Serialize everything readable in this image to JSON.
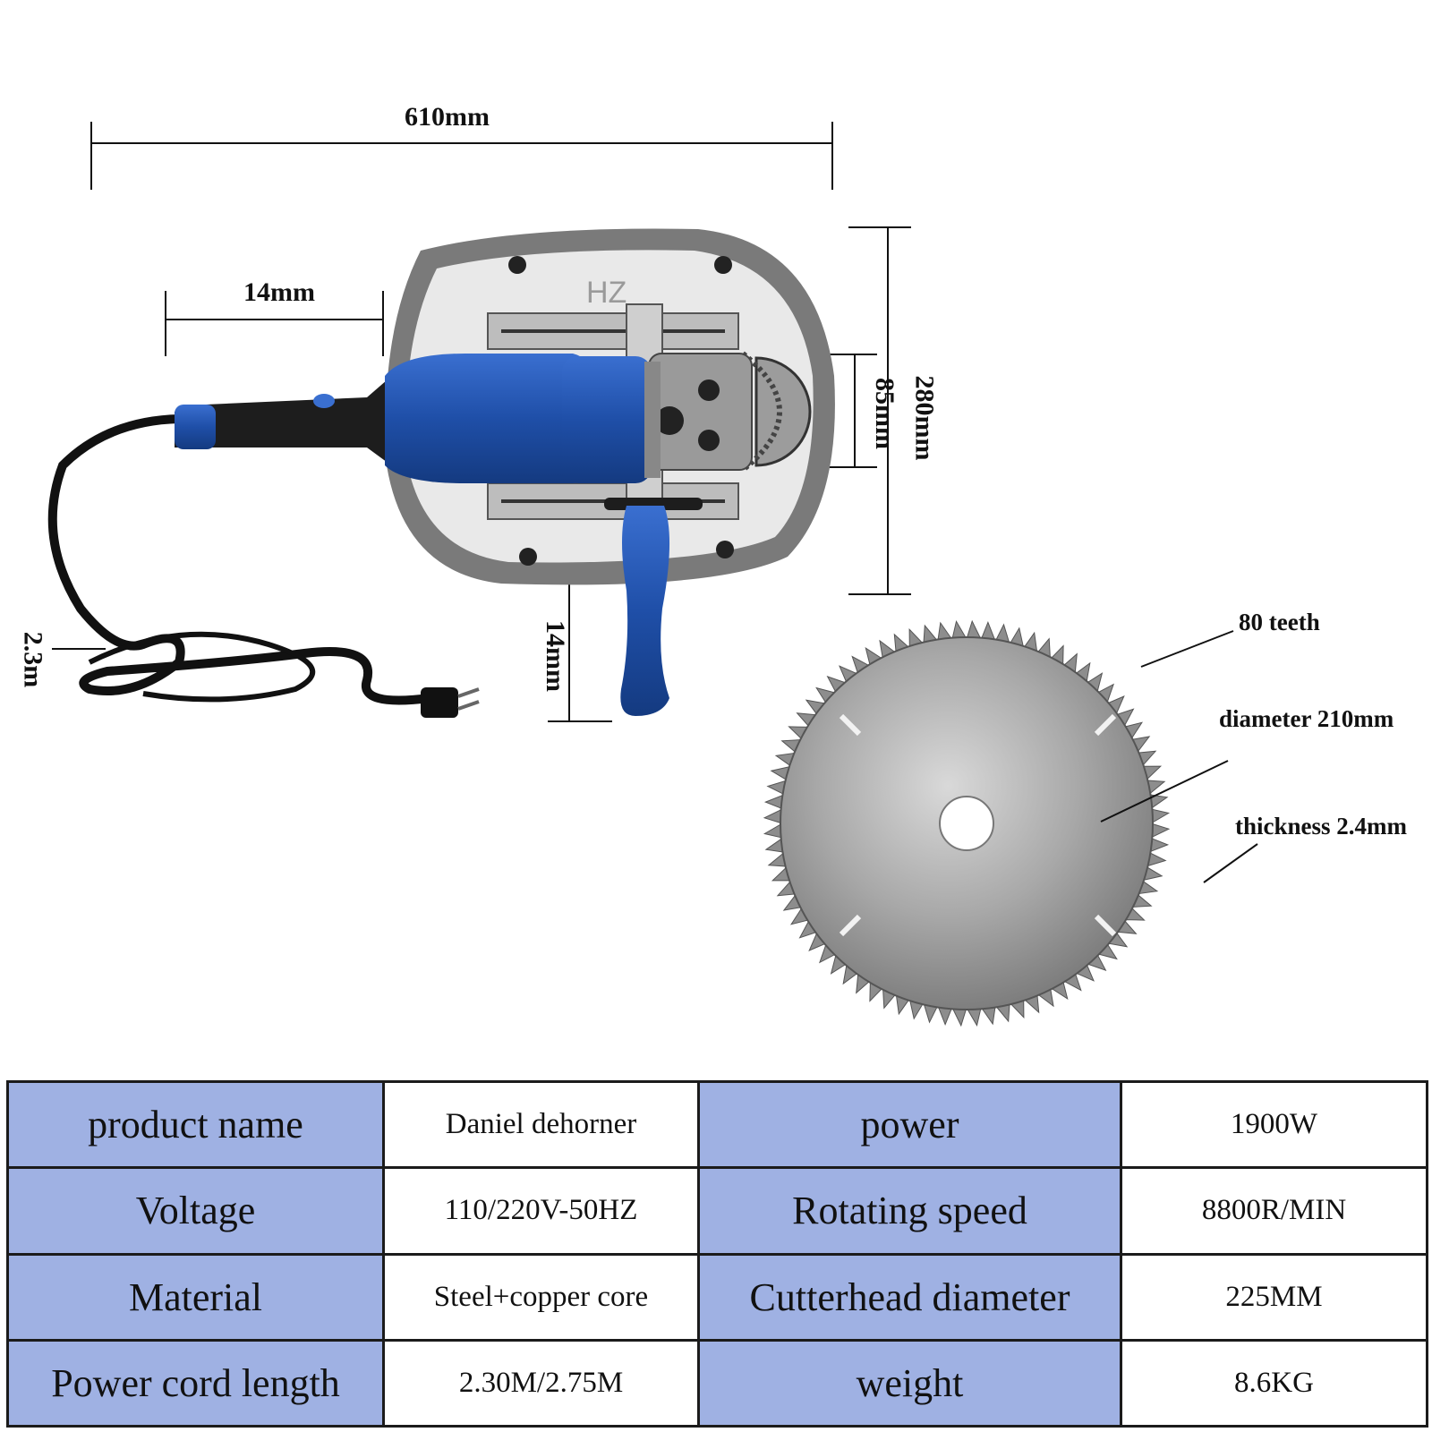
{
  "dimensions": {
    "overall_length": "610mm",
    "handle_offset": "14mm",
    "height": "280mm",
    "head_width": "85mm",
    "grip_length": "14mm",
    "cord_length": "2.3m",
    "plate_logo": "HZ"
  },
  "blade": {
    "teeth": "80 teeth",
    "diameter": "diameter 210mm",
    "thickness": "thickness 2.4mm"
  },
  "specs": {
    "rows": [
      {
        "label_a": "product name",
        "value_a": "Daniel dehorner",
        "label_b": "power",
        "value_b": "1900W"
      },
      {
        "label_a": "Voltage",
        "value_a": "110/220V-50HZ",
        "label_b": "Rotating speed",
        "value_b": "8800R/MIN"
      },
      {
        "label_a": "Material",
        "value_a": "Steel+copper core",
        "label_b": "Cutterhead diameter",
        "value_b": "225MM"
      },
      {
        "label_a": "Power cord length",
        "value_a": "2.30M/2.75M",
        "label_b": "weight",
        "value_b": "8.6KG"
      }
    ]
  },
  "colors": {
    "tool_blue": "#1f4fa8",
    "table_header": "#9fb1e3",
    "plate_grey": "#7a7a7a"
  }
}
